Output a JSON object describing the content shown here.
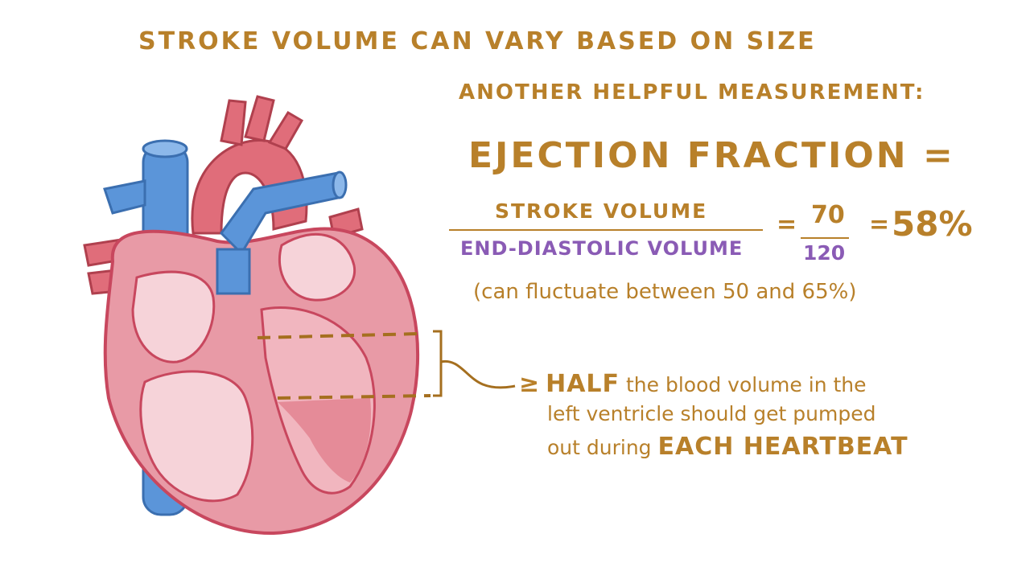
{
  "heading": "Stroke volume can vary based on size",
  "subheading": "Another helpful measurement:",
  "formula": {
    "name": "Ejection Fraction",
    "equals": "=",
    "numerator_label": "Stroke volume",
    "denominator_label": "End-diastolic volume",
    "numerator_value": "70",
    "denominator_value": "120",
    "result": "58%"
  },
  "range_note": "(can fluctuate between 50 and 65%)",
  "note": {
    "symbol": "≥",
    "emph1": "HALF",
    "line1_rest": "the blood volume in the",
    "line2": "left ventricle should get pumped",
    "line3_start": "out during",
    "emph2": "EACH HEARTBEAT"
  },
  "colors": {
    "text": "#b8802a",
    "purple": "#8a5bb5",
    "heart_pink": "#e89aa6",
    "heart_dark": "#c8475e",
    "vessel_blue": "#5b95d9",
    "aorta": "#e06d7a"
  }
}
